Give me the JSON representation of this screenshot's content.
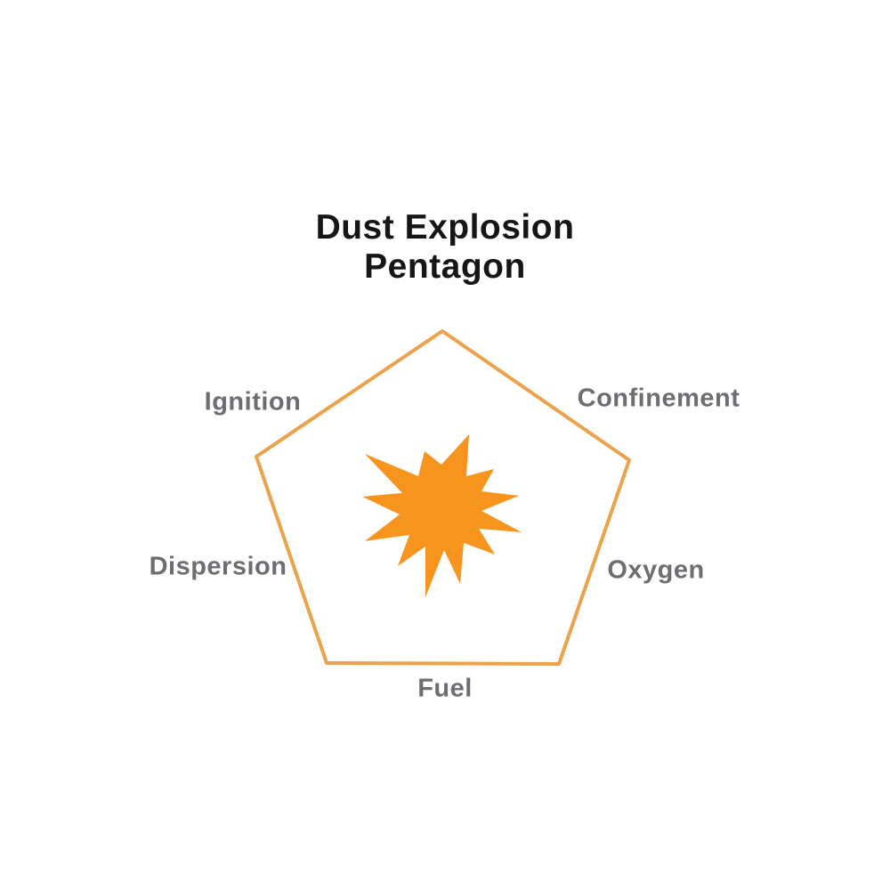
{
  "title": {
    "line1": "Dust Explosion",
    "line2": "Pentagon"
  },
  "diagram": {
    "type": "pentagon-diagram",
    "center_icon": "explosion-starburst-icon",
    "elements": [
      "Ignition",
      "Confinement",
      "Oxygen",
      "Fuel",
      "Dispersion"
    ]
  },
  "labels": {
    "ignition": "Ignition",
    "confinement": "Confinement",
    "oxygen": "Oxygen",
    "fuel": "Fuel",
    "dispersion": "Dispersion"
  },
  "colors": {
    "background": "#FFFFFF",
    "pentagon_stroke": "#EBA24B",
    "star_fill": "#F7941D",
    "label_text": "#6D6E71",
    "title_text": "#161616"
  }
}
